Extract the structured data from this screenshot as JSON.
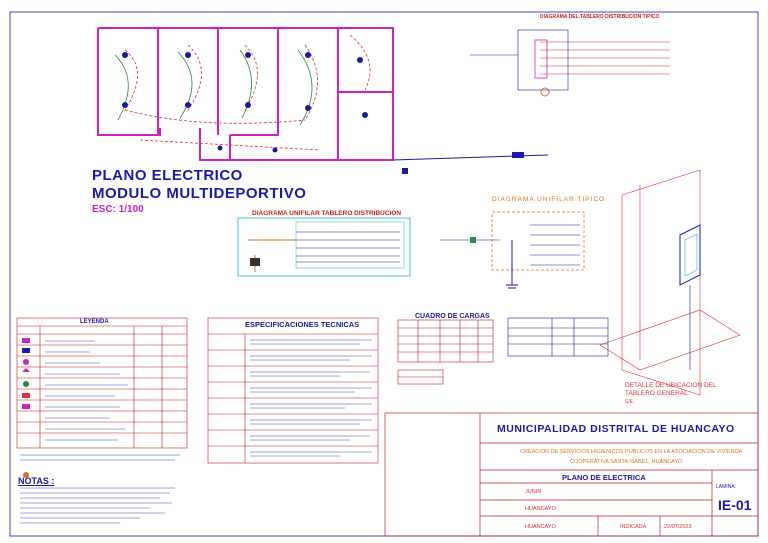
{
  "plan": {
    "title_line1": "PLANO ELECTRICO",
    "title_line2": "MODULO MULTIDEPORTIVO",
    "scale": "ESC: 1/100"
  },
  "diagrams": {
    "top_right_title": "DIAGRAMA DEL TABLERO DISTRIBUCION TIPICO",
    "unifilar_title": "DIAGRAMA UNIFILAR TABLERO DISTRIBUCION",
    "unifilar_tipico_title": "DIAGRAMA UNIFILAR TIPICO",
    "detalle_title_1": "DETALLE DE UBICACION DEL",
    "detalle_title_2": "TABLERO GENERAL",
    "detalle_scale": "S/E"
  },
  "tables": {
    "leyenda_title": "LEYENDA",
    "especificaciones_title": "ESPECIFICACIONES TECNICAS",
    "cuadro_cargas_title": "CUADRO DE CARGAS",
    "notas_title": "NOTAS :"
  },
  "title_block": {
    "entity": "MUNICIPALIDAD DISTRITAL DE HUANCAYO",
    "project_line1": "CREACION DE SERVICIOS HIGIENICOS PUBLICOS EN LA ASOCIACION DE VIVIENDA",
    "project_line2": "COOPERATIVA SANTA ISABEL, HUANCAYO",
    "plano": "PLANO DE ELECTRICA",
    "region_value": "JUNIN",
    "provincia_value": "HUANCAYO",
    "distrito_value": "HUANCAYO",
    "escala_value": "INDICADA",
    "fecha_value": "22/07/2023",
    "lamina_label": "LAMINA:",
    "lamina_code": "IE-01"
  },
  "colors": {
    "wall": "#d020c0",
    "frame_blue": "#1a1aa8",
    "table_red": "#c02020",
    "circuit_red": "#e03030",
    "cyan": "#1fb8c8",
    "orange": "#e07020"
  }
}
